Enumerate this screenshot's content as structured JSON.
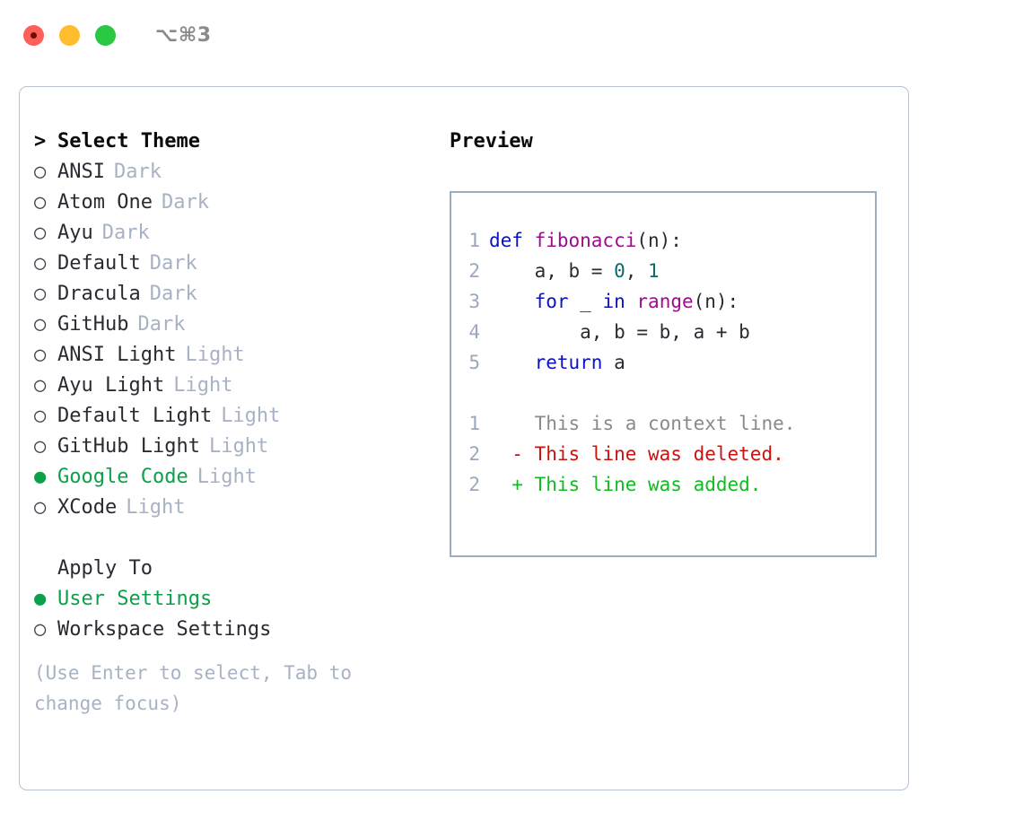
{
  "titlebar": {
    "shortcut": "⌥⌘3",
    "buttons": [
      "close",
      "minimize",
      "maximize"
    ]
  },
  "theme_list": {
    "prompt_marker": ">",
    "title": "Select Theme",
    "radio_unselected": "○",
    "radio_selected": "●",
    "items": [
      {
        "name": "ANSI",
        "category": "Dark",
        "selected": false
      },
      {
        "name": "Atom One",
        "category": "Dark",
        "selected": false
      },
      {
        "name": "Ayu",
        "category": "Dark",
        "selected": false
      },
      {
        "name": "Default",
        "category": "Dark",
        "selected": false
      },
      {
        "name": "Dracula",
        "category": "Dark",
        "selected": false
      },
      {
        "name": "GitHub",
        "category": "Dark",
        "selected": false
      },
      {
        "name": "ANSI Light",
        "category": "Light",
        "selected": false
      },
      {
        "name": "Ayu Light",
        "category": "Light",
        "selected": false
      },
      {
        "name": "Default Light",
        "category": "Light",
        "selected": false
      },
      {
        "name": "GitHub Light",
        "category": "Light",
        "selected": false
      },
      {
        "name": "Google Code",
        "category": "Light",
        "selected": true
      },
      {
        "name": "XCode",
        "category": "Light",
        "selected": false
      }
    ]
  },
  "apply_to": {
    "title": "Apply To",
    "items": [
      {
        "name": "User Settings",
        "selected": true
      },
      {
        "name": "Workspace Settings",
        "selected": false
      }
    ]
  },
  "hint": "(Use Enter to select, Tab to change focus)",
  "preview": {
    "title": "Preview",
    "code_lines": [
      {
        "num": "1",
        "tokens": [
          {
            "t": "def ",
            "c": "kw"
          },
          {
            "t": "fibonacci",
            "c": "fn"
          },
          {
            "t": "(n):",
            "c": "pl"
          }
        ]
      },
      {
        "num": "2",
        "tokens": [
          {
            "t": "    a, b = ",
            "c": "pl"
          },
          {
            "t": "0",
            "c": "num"
          },
          {
            "t": ", ",
            "c": "pl"
          },
          {
            "t": "1",
            "c": "num"
          }
        ]
      },
      {
        "num": "3",
        "tokens": [
          {
            "t": "    ",
            "c": "pl"
          },
          {
            "t": "for",
            "c": "kw"
          },
          {
            "t": " _ ",
            "c": "pl"
          },
          {
            "t": "in",
            "c": "kw"
          },
          {
            "t": " ",
            "c": "pl"
          },
          {
            "t": "range",
            "c": "fn"
          },
          {
            "t": "(n):",
            "c": "pl"
          }
        ]
      },
      {
        "num": "4",
        "tokens": [
          {
            "t": "        a, b = b, a + b",
            "c": "pl"
          }
        ]
      },
      {
        "num": "5",
        "tokens": [
          {
            "t": "    ",
            "c": "pl"
          },
          {
            "t": "return",
            "c": "kw"
          },
          {
            "t": " a",
            "c": "pl"
          }
        ]
      }
    ],
    "diff_lines": [
      {
        "num": "1",
        "marker": " ",
        "text": " This is a context line.",
        "kind": "ctx"
      },
      {
        "num": "2",
        "marker": "-",
        "text": " This line was deleted.",
        "kind": "del"
      },
      {
        "num": "2",
        "marker": "+",
        "text": " This line was added.",
        "kind": "add"
      }
    ]
  },
  "colors": {
    "selected_green": "#0ca04a",
    "muted_blue_gray": "#a7b2c4",
    "keyword_blue": "#0b12c0",
    "function_purple": "#9c0d8c",
    "number_teal": "#0a6a6a",
    "diff_deleted_red": "#cc1111",
    "diff_added_green": "#11bb22",
    "panel_border": "#b9c2d0",
    "preview_border": "#9badc0"
  }
}
